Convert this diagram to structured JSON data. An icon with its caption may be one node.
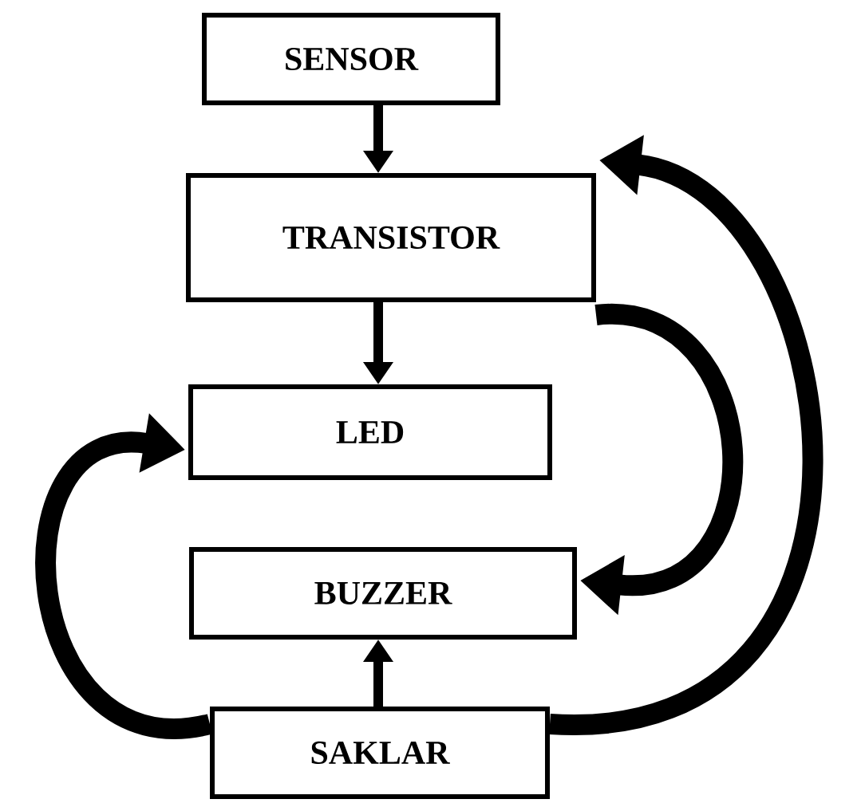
{
  "diagram": {
    "nodes": [
      {
        "text": [
          "SENSOR"
        ]
      },
      {
        "text": [
          "TRANSISTOR"
        ]
      },
      {
        "text": [
          "LED"
        ]
      },
      {
        "text": [
          "BUZZER"
        ]
      },
      {
        "text": [
          "SAKLAR"
        ]
      }
    ],
    "edges": [
      {
        "from": 0,
        "to": 1,
        "arrow": "to"
      },
      {
        "from": 1,
        "to": 2,
        "arrow": "to"
      },
      {
        "from": 4,
        "to": 3,
        "arrow": "to"
      },
      {
        "from": 1,
        "to": 3,
        "arrow": "to",
        "style": "thick"
      },
      {
        "from": 4,
        "to": 2,
        "arrow": "to",
        "style": "thick"
      },
      {
        "from": 4,
        "to": 1,
        "arrow": "to",
        "style": "thick"
      }
    ]
  }
}
